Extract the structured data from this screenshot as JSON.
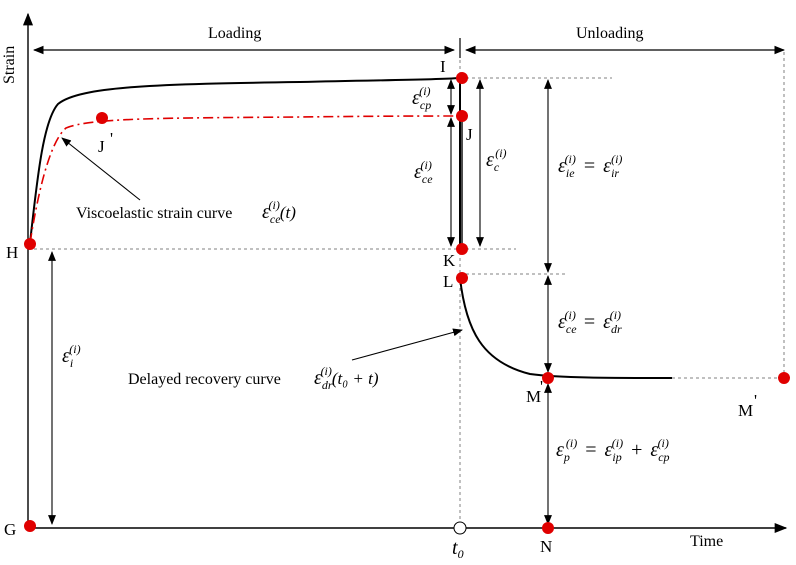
{
  "axes": {
    "y_label": "Strain",
    "x_label": "Time",
    "t0_label": "t",
    "t0_sub": "0"
  },
  "phases": {
    "loading": "Loading",
    "unloading": "Unloading"
  },
  "points": {
    "G": "G",
    "H": "H",
    "I": "I",
    "J": "J",
    "J_prime": "J",
    "K": "K",
    "L": "L",
    "M": "M",
    "M_prime": "M",
    "N": "N",
    "prime_mark": "'"
  },
  "annotations": {
    "viscoelastic": "Viscoelastic strain curve",
    "delayed": "Delayed recovery curve"
  },
  "symbols": {
    "eps": "ε",
    "sup_i": "(i)",
    "sub_cp": "cp",
    "sub_ce": "ce",
    "sub_c": "c",
    "sub_ie": "ie",
    "sub_ir": "ir",
    "sub_dr": "dr",
    "sub_p": "p",
    "sub_ip": "ip",
    "sub_i": "i",
    "equals": "=",
    "plus": "+",
    "arg_t": "(t)",
    "arg_t0t": "(t₀ + t)"
  },
  "colors": {
    "axis": "#000000",
    "curve": "#000000",
    "viscoelastic_curve": "#e00000",
    "marker": "#e00000",
    "guide": "#808080"
  }
}
